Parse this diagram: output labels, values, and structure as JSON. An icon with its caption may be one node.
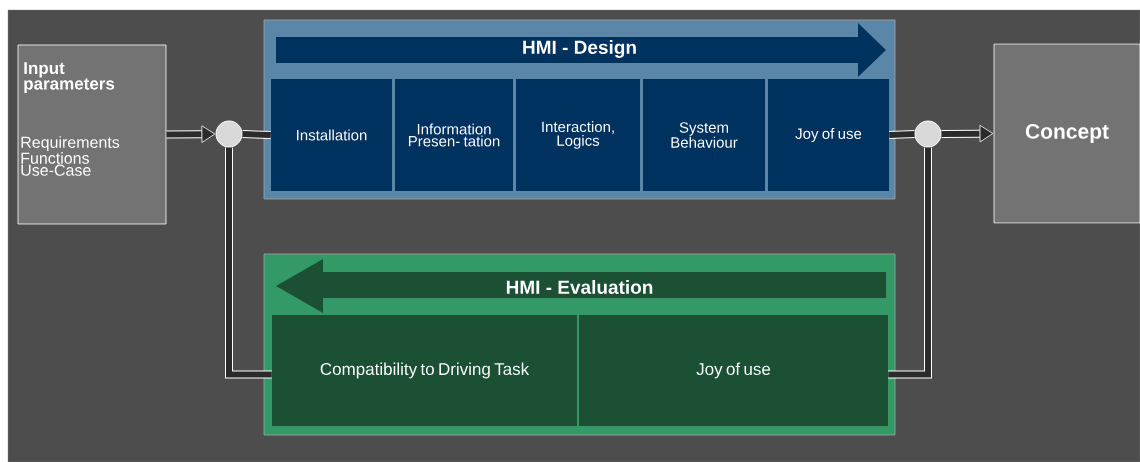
{
  "diagram": {
    "nodes": [
      {
        "text": [
          "Input parameters",
          "Requirements Functions Use-Case"
        ]
      },
      {
        "text": [],
        "shape": "circle"
      },
      {
        "text": [
          "HMI - Design"
        ]
      },
      {
        "text": [
          "Installation"
        ],
        "in": 2
      },
      {
        "text": [
          "Information Presen- tation"
        ],
        "in": 2
      },
      {
        "text": [
          "Interaction, Logics"
        ],
        "in": 2
      },
      {
        "text": [
          "System Behaviour"
        ],
        "in": 2
      },
      {
        "text": [
          "Joy of use"
        ],
        "in": 2
      },
      {
        "text": [],
        "shape": "circle"
      },
      {
        "text": [
          "Concept"
        ]
      },
      {
        "text": [
          "HMI - Evaluation"
        ]
      },
      {
        "text": [
          "Compatibility to Driving Task"
        ],
        "in": 10
      },
      {
        "text": [
          "Joy of use"
        ],
        "in": 10
      }
    ],
    "edges": [
      {
        "from": 0,
        "to": 1,
        "arrow": "to"
      },
      {
        "from": 1,
        "to": 3,
        "arrow": "none"
      },
      {
        "from": 7,
        "to": 8,
        "arrow": "none"
      },
      {
        "from": 8,
        "to": 9,
        "arrow": "to"
      },
      {
        "from": 12,
        "to": 8,
        "arrow": "none"
      },
      {
        "from": 11,
        "to": 1,
        "arrow": "none"
      }
    ]
  }
}
